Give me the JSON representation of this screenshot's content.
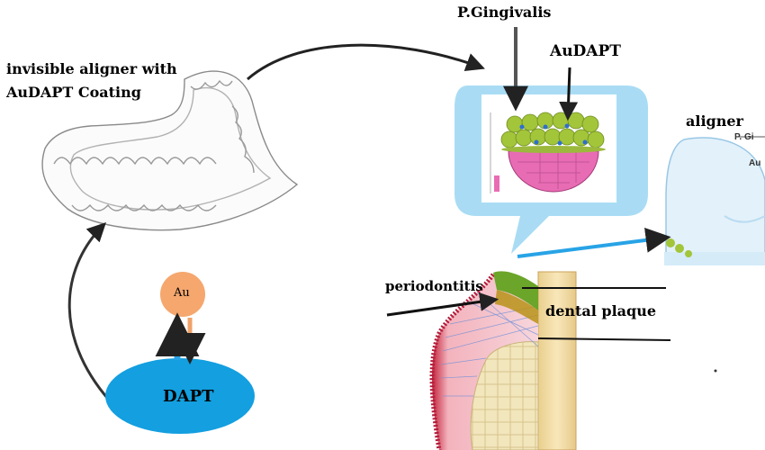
{
  "labels": {
    "aligner_line1": "invisible aligner with",
    "aligner_line2": "AuDAPT Coating",
    "pathogen": "P.Gingivalis",
    "audapt": "AuDAPT",
    "aligner": "aligner",
    "periodontitis": "periodontitis",
    "plaque": "dental plaque",
    "au": "Au",
    "dapt": "DAPT",
    "inset_fragment_1": "P. Gi",
    "inset_fragment_2": "Au"
  },
  "colors": {
    "callout_bubble": "#a9dcf4",
    "bacteria": "#a2c53a",
    "tissue_pink": "#e86cb3",
    "gold_au": "#f5a76e",
    "dapt_blue": "#139fe0",
    "tooth_root": "#f6e2b0",
    "arrow_blue": "#28a3e6",
    "arrow_orange": "#f0a26a"
  }
}
